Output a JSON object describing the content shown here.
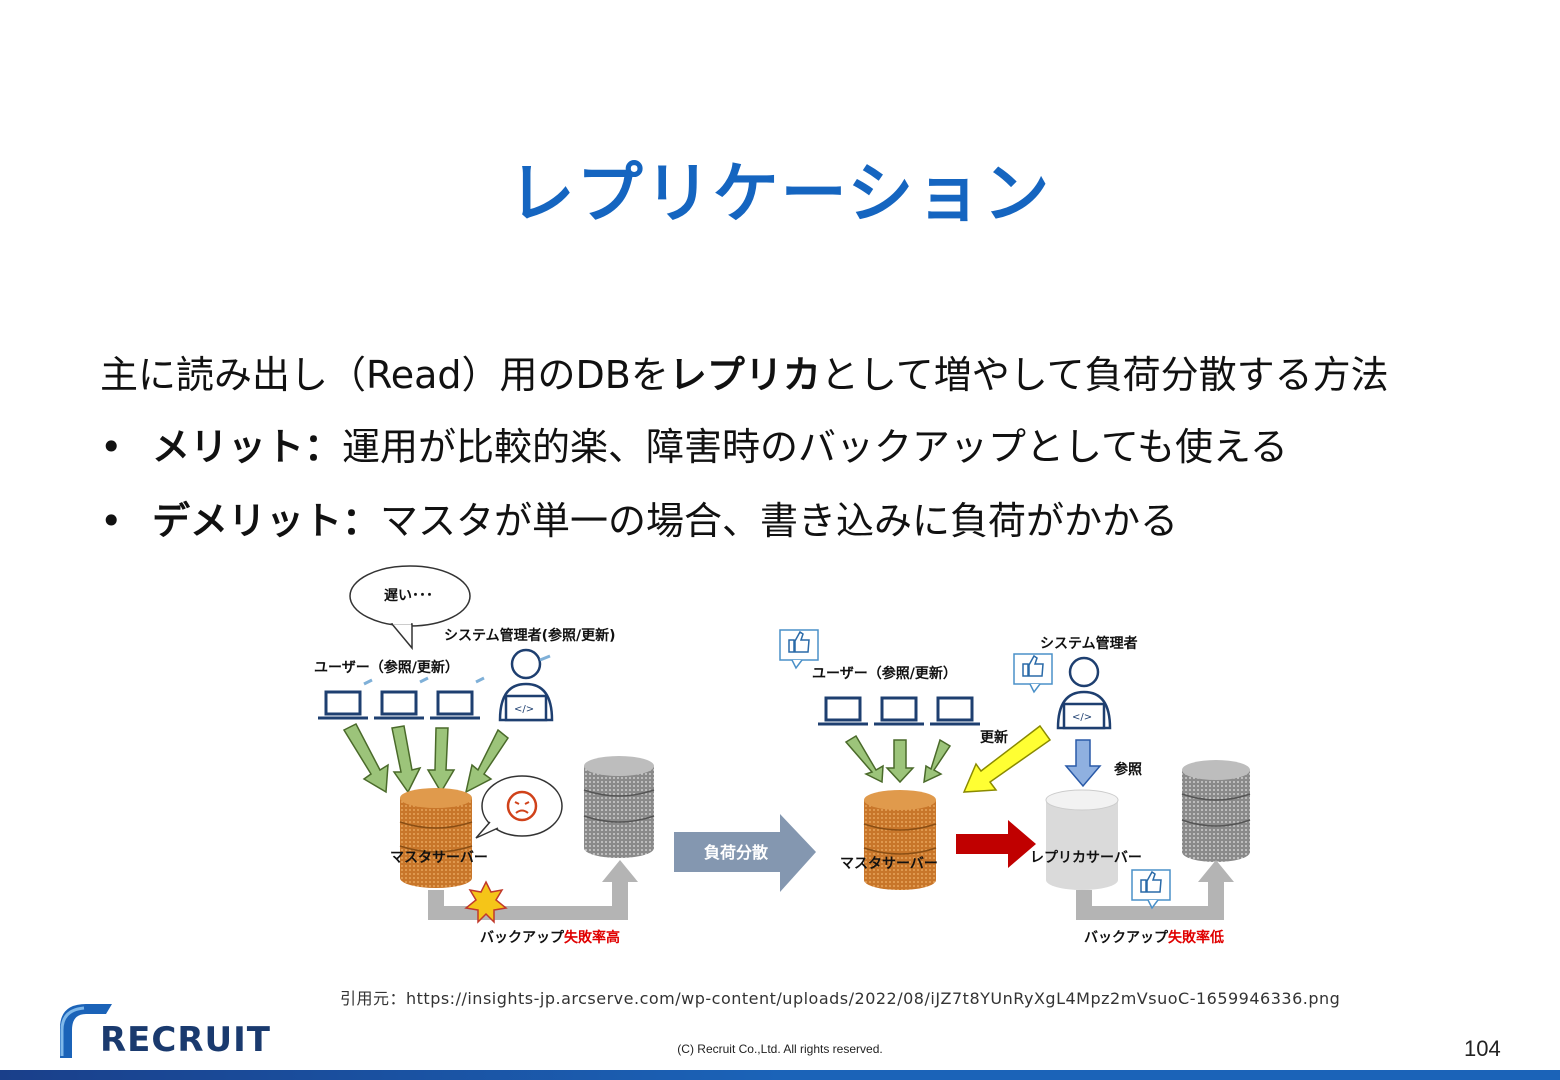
{
  "title": "レプリケーション",
  "intro": {
    "pre": "主に読み出し（Read）用のDBを",
    "bold": "レプリカ",
    "post": "として増やして負荷分散する方法"
  },
  "bullets": [
    {
      "symbol": "•",
      "label": "メリット：",
      "text": "運用が比較的楽、障害時のバックアップとしても使える"
    },
    {
      "symbol": "•",
      "label": "デメリット：",
      "text": "マスタが単一の場合、書き込みに負荷がかかる"
    }
  ],
  "diagram": {
    "left": {
      "speech": "遅い･･･",
      "admin_label": "システム管理者(参照/更新)",
      "users_label": "ユーザー（参照/更新）",
      "master_label": "マスタサーバー",
      "backup_label": "バックアップ",
      "backup_status": "失敗率高"
    },
    "arrow_label": "負荷分散",
    "right": {
      "users_label": "ユーザー（参照/更新）",
      "admin_label": "システム管理者",
      "update_label": "更新",
      "ref_label": "参照",
      "master_label": "マスタサーバー",
      "replica_label": "レプリカサーバー",
      "backup_label": "バックアップ",
      "backup_status": "失敗率低"
    }
  },
  "citation": "引用元：https://insights-jp.arcserve.com/wp-content/uploads/2022/08/iJZ7t8YUnRyXgL4Mpz2mVsuoC-1659946336.png",
  "logo_text": "RECRUIT",
  "copyright": "(C) Recruit Co.,Ltd. All rights reserved.",
  "page_number": "104",
  "colors": {
    "title": "#1565c0",
    "accent_red": "#e00000",
    "brand_blue": "#1a3f8a"
  }
}
